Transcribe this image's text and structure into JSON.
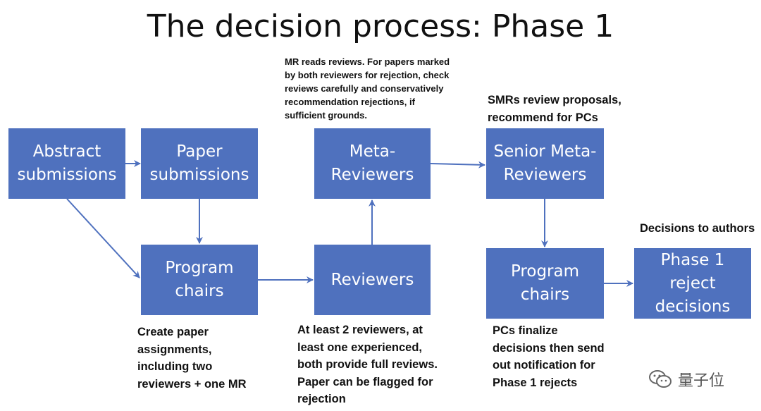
{
  "title": "The decision process: Phase 1",
  "boxes": {
    "abstract": {
      "line1": "Abstract",
      "line2": "submissions"
    },
    "paper": {
      "line1": "Paper",
      "line2": "submissions"
    },
    "program_chairs_1": {
      "line1": "Program",
      "line2": "chairs"
    },
    "meta_reviewers": {
      "line1": "Meta-",
      "line2": "Reviewers"
    },
    "reviewers": {
      "line1": "Reviewers"
    },
    "senior_meta_reviewers": {
      "line1": "Senior Meta-",
      "line2": "Reviewers"
    },
    "program_chairs_2": {
      "line1": "Program",
      "line2": "chairs"
    },
    "phase1_reject": {
      "line1": "Phase 1",
      "line2": "reject",
      "line3": "decisions"
    }
  },
  "notes": {
    "mr_reads": [
      "MR reads reviews. For papers marked",
      "by both reviewers for rejection, check",
      "reviews carefully and  conservatively",
      "recommendation rejections, if",
      "sufficient grounds."
    ],
    "smrs": [
      "SMRs review proposals,",
      "recommend for PCs"
    ],
    "decisions_to_authors": [
      "Decisions to authors"
    ],
    "create_assignments": [
      "Create paper",
      "assignments,",
      "including two",
      "reviewers + one MR"
    ],
    "at_least_two": [
      "At least 2 reviewers, at",
      "least one experienced,",
      "both provide full reviews.",
      "Paper can be flagged for",
      "rejection"
    ],
    "pcs_finalize": [
      "PCs finalize",
      "decisions then send",
      "out notification for",
      "Phase 1 rejects"
    ]
  },
  "watermark": {
    "text": "量子位",
    "icon": "wechat-icon"
  },
  "colors": {
    "box": "#4f71be",
    "arrow": "#4f71be"
  }
}
